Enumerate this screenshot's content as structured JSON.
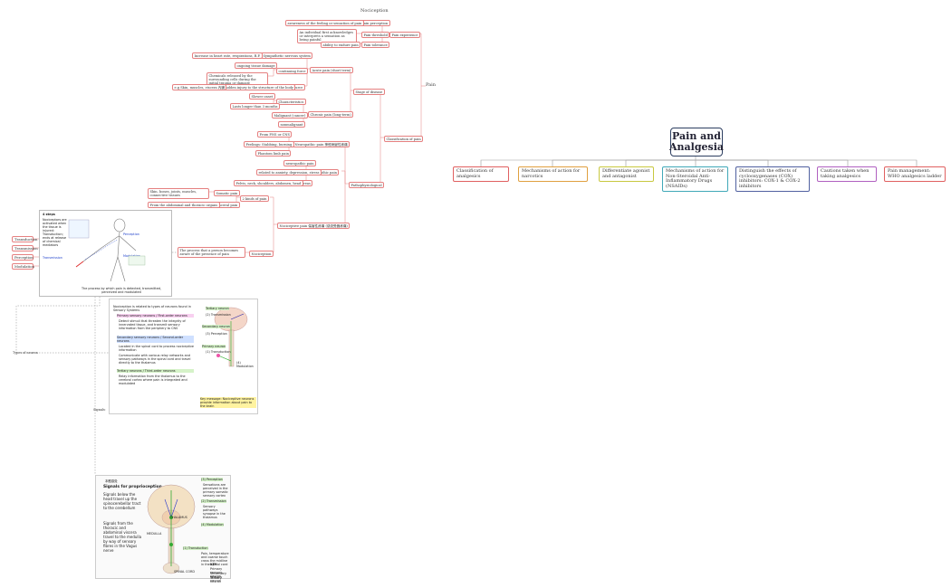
{
  "root": {
    "label": "Pain and Analgesia"
  },
  "branches": [
    {
      "label": "Classification of analgesics",
      "color": "#e06060"
    },
    {
      "label": "Mechanisms of action for narcotics",
      "color": "#e0a040"
    },
    {
      "label": "Differentiate agonist and antagonist",
      "color": "#c8c840"
    },
    {
      "label": "Mechanisms of action for Non-Steroidal Anti-Inflammatory Drugs (NSAIDs)",
      "color": "#40a8b8"
    },
    {
      "label": "Distinguish the effects of cyclooxygenases (COX) inhibitors: COX-1 & COX-2 inhibitors",
      "color": "#5060a0"
    },
    {
      "label": "Cautions taken when taking analgesics",
      "color": "#b060c0"
    },
    {
      "label": "Pain management: WHO analgesics ladder",
      "color": "#e06060"
    }
  ],
  "pain_map": {
    "pain_label": "Pain",
    "nociception": "Nociception",
    "pain_experience": "Pain experience",
    "pain_perception": "Pain perception",
    "pain_perception_def": "awareness of the feeling or sensation of pain",
    "pain_threshold": "Pain threshold",
    "pain_threshold_def": "An individual first acknowledges or interprets a sensation as being painful",
    "pain_tolerance": "Pain tolerance",
    "pain_tolerance_def": "ability to endure pain",
    "classification": "Classification of pain",
    "stage_of_disease": "Stage of disease",
    "acute_pain": "Acute pain (short term)",
    "sympathetic": "Sympathetic nervous system",
    "sympathetic_def": "Increase in heart rate, respirations, B.P.",
    "continuing_force": "continuing force",
    "ongoing_damage": "ongoing tissue damage",
    "chemicals": "Chemicals released by the surrounding cells during the initial trauma or damage",
    "source": "Source",
    "source_def": "sudden injury to the structure of the body",
    "source_examples": "e.g Skin, muscles, viscera 內臟",
    "chronic_pain": "Chronic pain (long-term)",
    "characteristics": "Characteristics",
    "lower_onset": "Slower onset",
    "lasts_longer": "Lasts longer than 3 months",
    "malignant": "Malignant (cancer)",
    "nonmalignant": "nonmalignant",
    "pathophysiological": "Pathophysiological",
    "neuropathic": "Neuropathic pain 神經病變性疼痛",
    "from_pns": "From PNS or CNS",
    "feelings": "Feelings: Stabbing, burning",
    "phantom": "Phantom limb pain",
    "neuropathic_pain": "neuropathic pain",
    "idiopathic": "Idiopathic pain",
    "idiopathic_def": "related to anxiety, depression, stress",
    "common_areas": "Common areas",
    "common_areas_def": "Pelvis, neck, shoulders, abdomen, head",
    "nociceptive": "Nociceptive pain 傷害性疼痛 (感覺受器疼痛)",
    "two_kinds": "2 kinds of pain",
    "somatic": "Somatic pain",
    "somatic_def": "Skin, bones, joints, muscles, connective tissues",
    "visceral": "Visceral pain",
    "visceral_def": "From the abdominal and thoracic organs",
    "nociception_node": "Nociception",
    "nociception_def": "The process that a person becomes aware of the presence of pain"
  },
  "steps": [
    "Transduction",
    "Transmission",
    "Perception",
    "Modulation"
  ],
  "side_labels": {
    "types_of_neuron": "Types of neuron",
    "signals": "Signals"
  },
  "card1": {
    "title": "4 steps",
    "note1": "Nociceptors are activated when the tissue is injured: Transduction; ends at release of chemical mediators",
    "note2": "Transmission",
    "note3": "Perception",
    "note4": "Modulation",
    "caption": "The process by which pain is detected, transmitted, perceived and modulated"
  },
  "card2": {
    "intro": "Nociception is related to types of neurons found in Sensory Systems",
    "first": "Primary sensory neurons / First-order neurons",
    "first_def": "Detect stimuli that threaten the integrity of innervated tissue, and transmit sensory information from the periphery to CNS",
    "second": "Secondary sensory neurons / Second-order neurons",
    "second_a": "Located in the spinal cord to process nociceptive information",
    "second_b": "Communicate with various relay networks and sensory pathways in the spinal cord and travel directly to the thalamus",
    "third": "Tertiary neurons / Third-order neurons",
    "third_def": "Relay information from the thalamus to the cerebral cortex where pain is integrated and modulated",
    "fig_primary": "Primary neuron",
    "fig_secondary": "Secondary neuron",
    "fig_tertiary": "Tertiary neuron",
    "fig_transduction": "(1) Transduction",
    "fig_transmission": "(2) Transmission",
    "fig_perception": "(3) Perception",
    "fig_modulation": "(4) Modulation",
    "fig_key": "Key message: Nociceptive neurons provide information about pain to the brain"
  },
  "card3": {
    "header": "本體感覺",
    "head_title": "Signals for proprioception",
    "head_a": "Signals below the head travel up the spinocerebellar tract to the cerebellum",
    "head_b": "Signals from the thoracic and abdominal viscera travel to the medulla by way of sensory fibres in the Vagus nerve",
    "perception": "(3) Perception",
    "perception_def": "Sensations are perceived in the primary somatic sensory cortex",
    "transmission": "(2) Transmission",
    "transmission_def": "Sensory pathways synapse in the thalamus",
    "translation": "(1) Transduction",
    "translation_def": "Pain, temperature and coarse touch cross the midline in the spinal cord",
    "modulation": "(4) Modulation",
    "thalamus": "THALAMUS",
    "medulla": "MEDULLA",
    "spinal": "SPINAL CORD",
    "key": "KEY",
    "key1": "Primary sensory neuron",
    "key2": "Secondary sensory neuron",
    "key3": "Tertiary neuron"
  }
}
